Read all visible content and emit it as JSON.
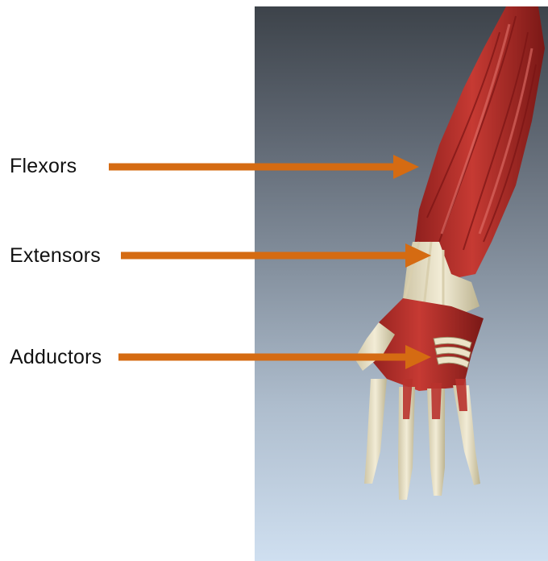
{
  "labels": {
    "flexors": "Flexors",
    "extensors": "Extensors",
    "adductors": "Adductors"
  },
  "colors": {
    "arrow": "#d56b12",
    "panel_top": "#3d434a",
    "panel_bottom": "#cfdff0",
    "muscle": "#b8322c",
    "tendon": "#e8e1c8"
  }
}
